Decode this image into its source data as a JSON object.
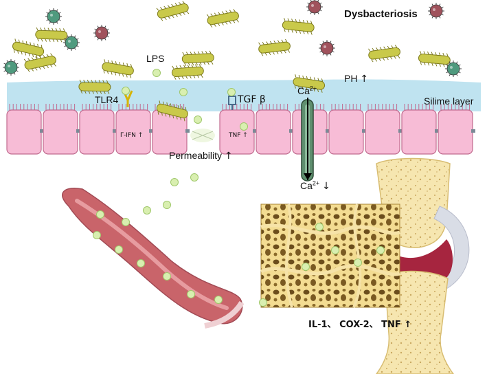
{
  "labels": {
    "dysbacteriosis": "Dysbacteriosis",
    "lps": "LPS",
    "ph": "PH",
    "tlr4": "TLR4",
    "tgf": "TGF β",
    "ca_base": "Ca",
    "ca_charge": "2+",
    "slime_layer": "Silime layer",
    "ifn": "Γ-IFN",
    "tnf_cell": "TNF",
    "permeability": "Permeability",
    "ca_out_base": "Ca",
    "ca_out_charge": "2+",
    "cytokines": "IL-1、 COX-2、 TNF",
    "up_arrow": "↑",
    "down_arrow": "↓"
  },
  "colors": {
    "slime_layer": "#bfe3f0",
    "epithelial_cell": "#f7bcd6",
    "cell_outline": "#c06a8e",
    "bacteria_rod": "#c9c94a",
    "bacteria_coccus_red": "#a0525c",
    "bacteria_coccus_green": "#4f9a7e",
    "lps_particle": "#d9efb0",
    "vessel": "#c9646a",
    "bone": "#f6e3a8",
    "cartilage": "#a6253f",
    "calcium_channel": "#5f8f6f"
  },
  "icons": [
    "rod-bacterium-icon",
    "coccus-bacterium-icon",
    "tlr4-receptor-icon",
    "tgf-receptor-icon",
    "calcium-channel-icon",
    "blood-vessel-icon",
    "trabecular-bone-icon",
    "joint-icon"
  ]
}
